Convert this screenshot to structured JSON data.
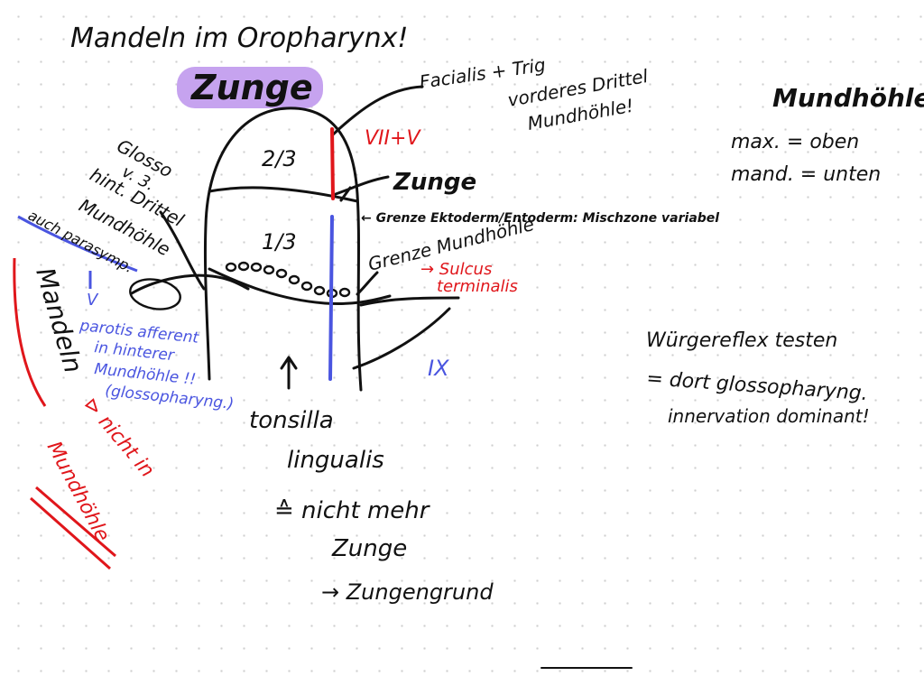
{
  "notes": {
    "heading": "Mandeln im Oropharynx!",
    "tongue_title": "Zunge",
    "tongue_title_highlight_color": "#c6a3ef",
    "fraction_top": "2/3",
    "fraction_bottom": "1/3",
    "nerve_top": "VII+V",
    "nerve_bottom": "IX",
    "sublingual_label": "Zunge",
    "border_note": "← Grenze Ektoderm/Entoderm: Mischzone variabel",
    "vorderes_line1": "Facialis + Trig",
    "vorderes_line2": "vorderes Drittel",
    "vorderes_line3": "Mundhöhle!",
    "mundhoehle_title": "Mundhöhle",
    "mundhoehle_max": "max. = oben",
    "mundhoehle_mand": "mand. = unten",
    "grenze_mundhoehle_line1": "Grenze Mundhöhle",
    "sulcus_line1": "→ Sulcus",
    "sulcus_line2": "terminalis",
    "left_line1": "Glosso",
    "left_line2": "v. 3.",
    "left_line3": "hint. Drittel",
    "left_line4": "Mundhöhle",
    "left_line5": "auch parasymp.",
    "blue_v": "V",
    "blue_note_line1": "parotis afferent",
    "blue_note_line2": "in hinterer",
    "blue_note_line3": "Mundhöhle !!",
    "blue_note_line4": "(glossopharyng.)",
    "mandeln_vertical": "Mandeln",
    "red_line1": "⊳ nicht in",
    "red_line2": "Mundhöhle",
    "tonsilla_line1": "tonsilla",
    "tonsilla_line2": "lingualis",
    "tonsilla_line3": "≙ nicht mehr",
    "tonsilla_line4": "Zunge",
    "tonsilla_line5": "→ Zungengrund",
    "wuerge_line1": "Würgereflex testen",
    "wuerge_line2": "= dort glossopharyng.",
    "wuerge_line3": "innervation dominant!",
    "colors": {
      "ink": "#111111",
      "red": "#e0161b",
      "blue": "#4a55e0"
    }
  }
}
